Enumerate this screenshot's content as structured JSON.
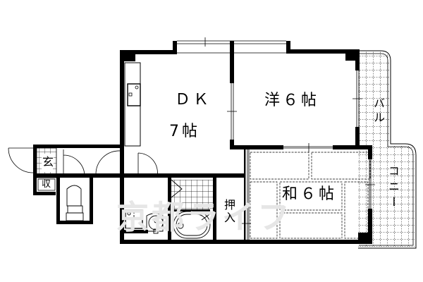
{
  "floor_plan": {
    "rooms": [
      {
        "id": "dk",
        "name": "ＤＫ",
        "size": "7帖"
      },
      {
        "id": "western",
        "label": "洋６帖"
      },
      {
        "id": "japanese",
        "label": "和６帖"
      }
    ],
    "entrance": {
      "label": "玄"
    },
    "storage_small": {
      "label": "収"
    },
    "closet": {
      "label": "押入"
    },
    "balcony": {
      "label_top": "バル",
      "label_bottom": "コニー"
    },
    "watermark": "京都ライフ",
    "colors": {
      "wall": "#000000",
      "background": "#ffffff",
      "watermark": "#e6e6e6"
    }
  }
}
